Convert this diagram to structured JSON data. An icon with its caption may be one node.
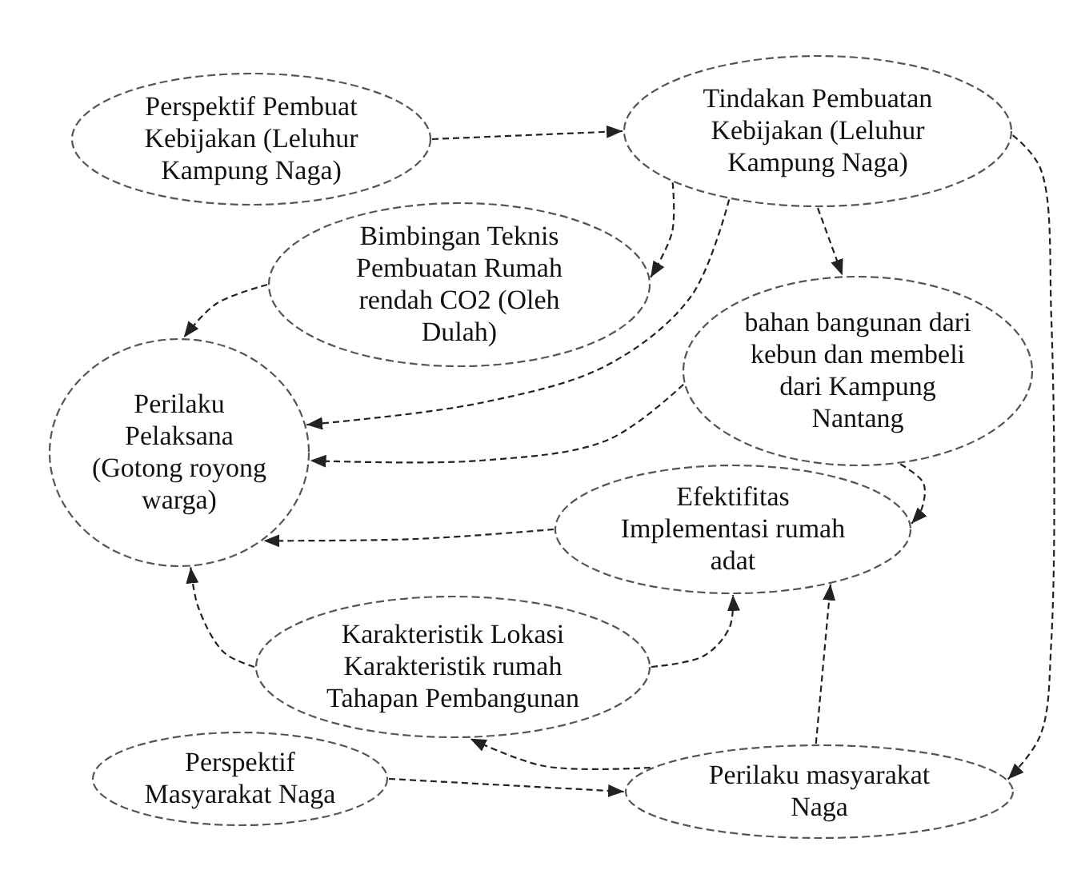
{
  "diagram": {
    "nodes": [
      {
        "text": [
          "Perspektif Pembuat Kebijakan (Leluhur Kampung Naga)"
        ]
      },
      {
        "text": [
          "Tindakan Pembuatan Kebijakan (Leluhur Kampung Naga)"
        ]
      },
      {
        "text": [
          "Bimbingan Teknis Pembuatan Rumah rendah CO2 (Oleh Dulah)"
        ]
      },
      {
        "text": [
          "bahan bangunan dari kebun dan membeli dari Kampung Nantang"
        ]
      },
      {
        "text": [
          "Perilaku Pelaksana (Gotong royong warga)"
        ]
      },
      {
        "text": [
          "Efektifitas Implementasi rumah adat"
        ]
      },
      {
        "text": [
          "Karakteristik Lokasi",
          "Karakteristik rumah",
          "Tahapan Pembangunan"
        ]
      },
      {
        "text": [
          "Perspektif Masyarakat Naga"
        ]
      },
      {
        "text": [
          "Perilaku masyarakat Naga"
        ]
      }
    ],
    "edges": [
      {
        "from": 0,
        "to": 1,
        "arrow": "to"
      },
      {
        "from": 1,
        "to": 2,
        "arrow": "to"
      },
      {
        "from": 1,
        "to": 3,
        "arrow": "to"
      },
      {
        "from": 1,
        "to": 4,
        "arrow": "to"
      },
      {
        "from": 1,
        "to": 8,
        "arrow": "to"
      },
      {
        "from": 2,
        "to": 4,
        "arrow": "to"
      },
      {
        "from": 3,
        "to": 4,
        "arrow": "to"
      },
      {
        "from": 3,
        "to": 5,
        "arrow": "to"
      },
      {
        "from": 5,
        "to": 4,
        "arrow": "to"
      },
      {
        "from": 6,
        "to": 4,
        "arrow": "to"
      },
      {
        "from": 6,
        "to": 5,
        "arrow": "to"
      },
      {
        "from": 7,
        "to": 8,
        "arrow": "to"
      },
      {
        "from": 8,
        "to": 5,
        "arrow": "to"
      },
      {
        "from": 8,
        "to": 6,
        "arrow": "to"
      }
    ]
  }
}
